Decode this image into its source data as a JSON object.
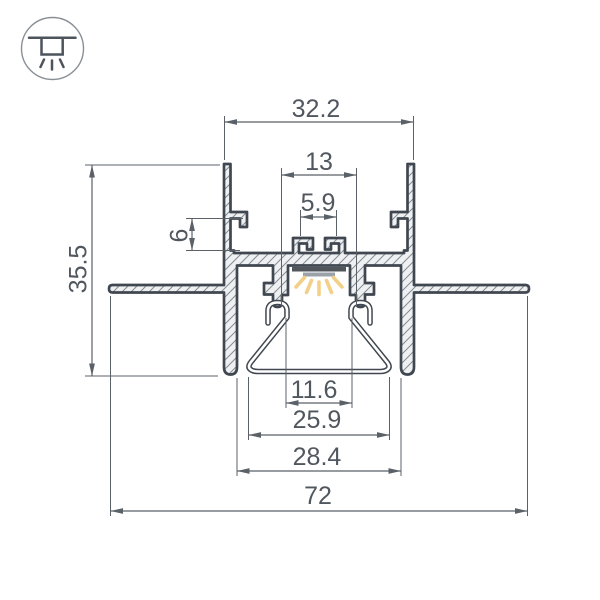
{
  "icon": {
    "type": "recessed-ceiling-light"
  },
  "drawing": {
    "kind": "LED profile cross-section with dimensions"
  },
  "dims": {
    "flange_span": "32.2",
    "channel_width": "13",
    "led_slot_width": "5.9",
    "clamp_gap": "6",
    "height": "35.5",
    "hook_span": "11.6",
    "diffuser_width": "25.9",
    "body_width": "28.4",
    "overall_width": "72"
  },
  "colors": {
    "line": "#414750",
    "dim": "#5b6168",
    "text": "#51575e",
    "hatch": "#858c94",
    "fill": "#eef0f1",
    "led-dark": "#51565c",
    "led-gray": "#9ba1a8",
    "ray": "#f3d089",
    "icon": "#4d545c",
    "icon-ring": "#8a9096",
    "bg": "#ffffff"
  }
}
